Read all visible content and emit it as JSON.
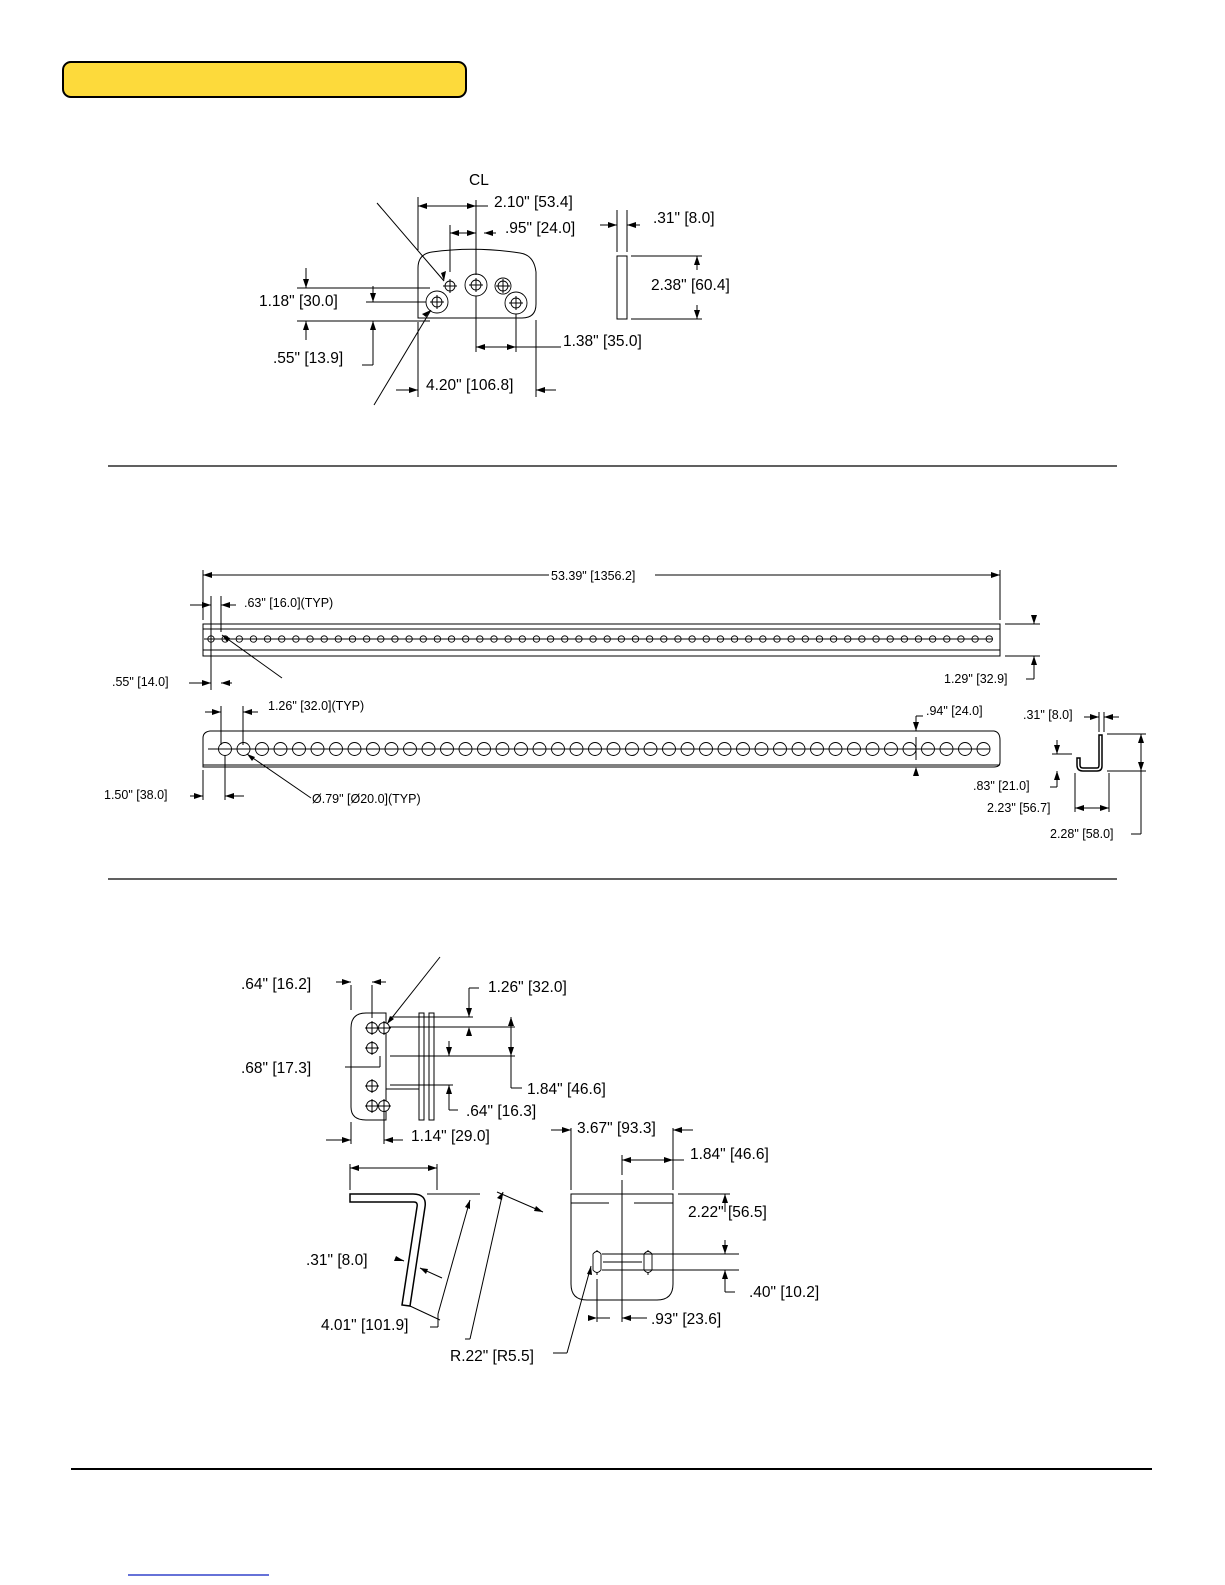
{
  "header_banner": {
    "text": "",
    "color": "#FDDA3B"
  },
  "view1": {
    "centerline_label": "CL",
    "dims": {
      "d210": "2.10\" [53.4]",
      "d095": ".95\" [24.0]",
      "d031": ".31\" [8.0]",
      "d238": "2.38\" [60.4]",
      "d118": "1.18\" [30.0]",
      "d055": ".55\" [13.9]",
      "d138": "1.38\" [35.0]",
      "d420": "4.20\" [106.8]"
    }
  },
  "view2": {
    "dims": {
      "d5339": "53.39\" [1356.2]",
      "d063": ".63\" [16.0](TYP)",
      "d055": ".55\" [14.0]",
      "d129": "1.29\" [32.9]",
      "d126": "1.26\" [32.0](TYP)",
      "d094": ".94\" [24.0]",
      "d031": ".31\" [8.0]",
      "d150": "1.50\" [38.0]",
      "d079": "Ø.79\" [Ø20.0](TYP)",
      "d083": ".83\" [21.0]",
      "d223": "2.23\" [56.7]",
      "d228": "2.28\" [58.0]"
    }
  },
  "view3": {
    "dims": {
      "d064": ".64\" [16.2]",
      "d126": "1.26\" [32.0]",
      "d068": ".68\" [17.3]",
      "d184a": "1.84\" [46.6]",
      "d064b": ".64\" [16.3]",
      "d114": "1.14\" [29.0]",
      "d367": "3.67\" [93.3]",
      "d184b": "1.84\" [46.6]",
      "d222": "2.22\" [56.5]",
      "d031": ".31\" [8.0]",
      "d040": ".40\" [10.2]",
      "d401": "4.01\" [101.9]",
      "d093": ".93\" [23.6]",
      "dr022": "R.22\" [R5.5]"
    }
  }
}
